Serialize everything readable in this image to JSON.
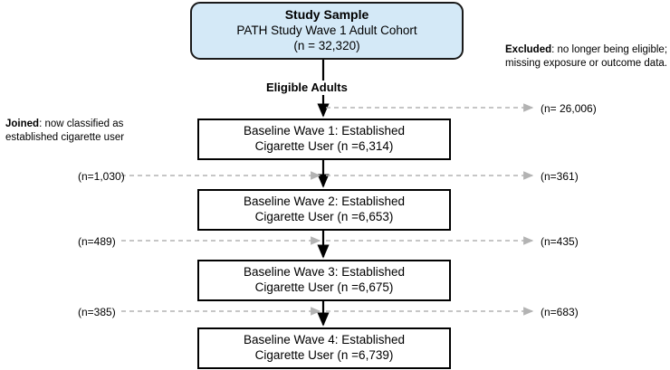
{
  "figure": {
    "type": "flowchart",
    "title": "PATH Study cohort flow diagram"
  },
  "top_node": {
    "title": "Study Sample",
    "line2": "PATH Study Wave 1 Adult Cohort",
    "line3": "(n = 32,320)",
    "fill_color": "#d4e9f7",
    "border_color": "#1a1a1a"
  },
  "flow_label": "Eligible Adults",
  "annotations": {
    "excluded": {
      "bold": "Excluded",
      "line1_rest": ": no longer being eligible;",
      "line2": "missing exposure or outcome data."
    },
    "joined": {
      "bold": "Joined",
      "line1_rest": ": now classified as",
      "line2": "established cigarette user"
    }
  },
  "waves": [
    {
      "name": "wave-1",
      "line1": "Baseline Wave 1: Established",
      "line2": "Cigarette User (n =6,314)"
    },
    {
      "name": "wave-2",
      "line1": "Baseline Wave 2: Established",
      "line2": "Cigarette User (n =6,653)"
    },
    {
      "name": "wave-3",
      "line1": "Baseline Wave 3: Established",
      "line2": "Cigarette User (n =6,675)"
    },
    {
      "name": "wave-4",
      "line1": "Baseline Wave 4: Established",
      "line2": "Cigarette User (n =6,739)"
    }
  ],
  "excluded_counts": [
    "(n= 26,006)",
    "(n=361)",
    "(n=435)",
    "(n=683)"
  ],
  "joined_counts": [
    "(n=1,030)",
    "(n=489)",
    "(n=385)"
  ],
  "colors": {
    "dashed_arrow": "#b3b3b3",
    "solid_arrow": "#000000",
    "box_fill": "#ffffff",
    "highlight_fill": "#d4e9f7"
  }
}
